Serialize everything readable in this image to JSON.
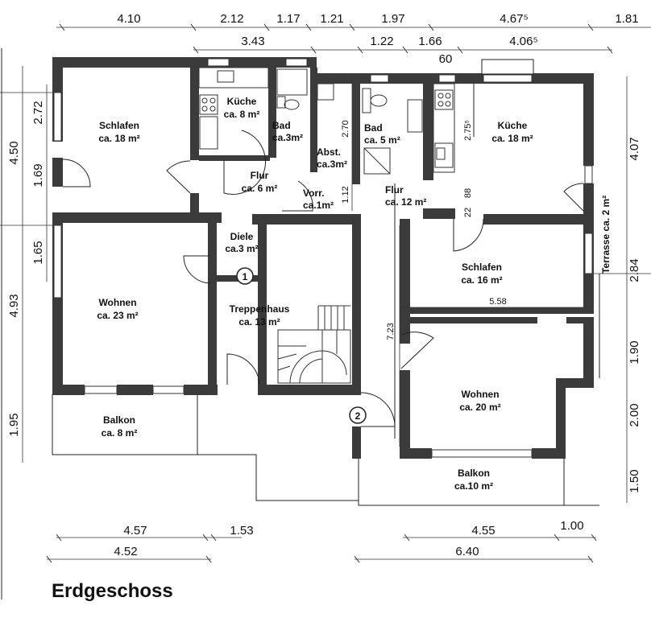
{
  "title": "Erdgeschoss",
  "rooms": {
    "schlafen_left": [
      "Schlafen",
      "ca. 18 m²"
    ],
    "kueche_left": [
      "Küche",
      "ca. 8 m²"
    ],
    "bad_left": [
      "Bad",
      "ca.3m²"
    ],
    "abst": [
      "Abst.",
      "ca.3m²"
    ],
    "flur_left": [
      "Flur",
      "ca. 6 m²"
    ],
    "vorr": [
      "Vorr.",
      "ca.1m²"
    ],
    "diele": [
      "Diele",
      "ca.3 m²"
    ],
    "wohnen_left": [
      "Wohnen",
      "ca. 23 m²"
    ],
    "treppenhaus": [
      "Treppenhaus",
      "ca. 13 m²"
    ],
    "balkon_left": [
      "Balkon",
      "ca. 8 m²"
    ],
    "bad_right": [
      "Bad",
      "ca. 5 m²"
    ],
    "kueche_right": [
      "Küche",
      "ca. 18 m²"
    ],
    "flur_right": [
      "Flur",
      "ca. 12 m²"
    ],
    "schlafen_right": [
      "Schlafen",
      "ca. 16 m²"
    ],
    "wohnen_right": [
      "Wohnen",
      "ca. 20 m²"
    ],
    "balkon_right": [
      "Balkon",
      "ca.10 m²"
    ],
    "terrasse": "Terrasse ca. 2 m²"
  },
  "markers": [
    "1",
    "2"
  ],
  "dimensions": {
    "top_row1": [
      "4.10",
      "2.12",
      "1.17",
      "1.21",
      "1.97",
      "4.67⁵",
      "1.81"
    ],
    "top_row2": [
      "3.43",
      "1.22",
      "1.66",
      "4.06⁵"
    ],
    "top_60": "60",
    "left_outer": [
      "4.50",
      "4.93",
      "1.95"
    ],
    "left_inner": [
      "2.72",
      "1.69",
      "1.65"
    ],
    "right": [
      "4.07",
      "2.84",
      "1.90",
      "2.00",
      "1.50"
    ],
    "bottom_row1": [
      "4.57",
      "1.53",
      "4.55",
      "1.00"
    ],
    "bottom_row2": [
      "4.52",
      "6.40"
    ],
    "interior": [
      "2.70",
      "1.12",
      "2.75⁵",
      "88",
      "22",
      "5.58",
      "7.23"
    ]
  }
}
